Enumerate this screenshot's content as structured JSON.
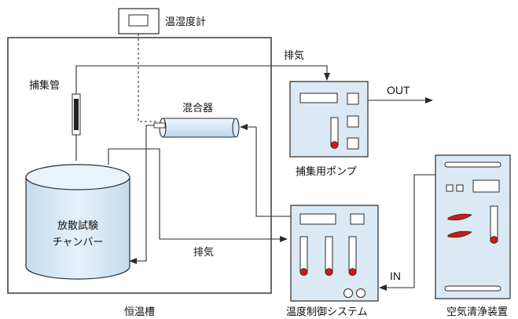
{
  "labels": {
    "hygrometer": "温湿度計",
    "exhaust_top": "排気",
    "collection_tube": "捕集管",
    "mixer": "混合器",
    "out": "OUT",
    "pump": "捕集用ポンプ",
    "chamber_line1": "放散試験",
    "chamber_line2": "チャンバー",
    "exhaust_mid": "排気",
    "in": "IN",
    "thermostat": "恒温槽",
    "control_system": "温度制御システム",
    "air_purifier": "空気清浄装置"
  },
  "colors": {
    "device_fill": "#dbe9f5",
    "indicator_red": "#d01818",
    "line": "#2a2a2a"
  }
}
